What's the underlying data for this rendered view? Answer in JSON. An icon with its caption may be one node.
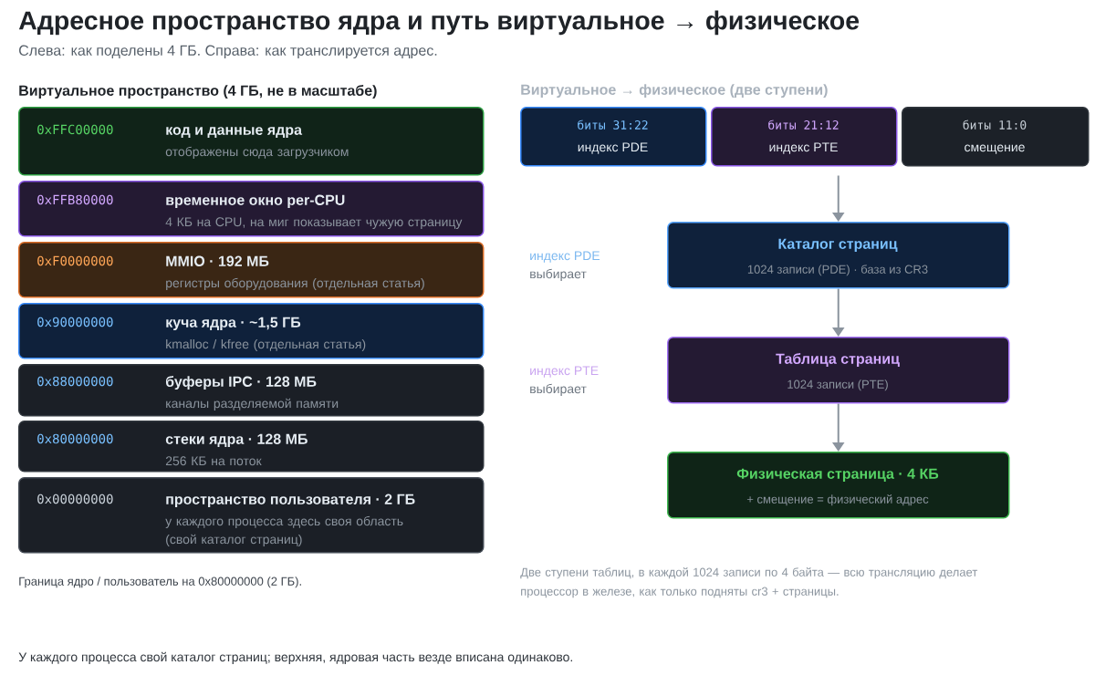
{
  "diagram": {
    "title": "Адресное пространство ядра и путь виртуальное → физическое",
    "nodes": [
      {
        "text": [
          "0xFFC00000",
          "код и данные ядра",
          "отображены сюда загрузчиком"
        ]
      },
      {
        "text": [
          "0xFFB80000",
          "временное окно per-CPU",
          "4 КБ на CPU, на миг показывает чужую страницу"
        ]
      },
      {
        "text": [
          "0xF0000000",
          "MMIO · 192 МБ",
          "регистры оборудования (отдельная статья)"
        ]
      },
      {
        "text": [
          "0x90000000",
          "куча ядра · ~1,5 ГБ",
          "kmalloc / kfree (отдельная статья)"
        ]
      },
      {
        "text": [
          "0x88000000",
          "буферы IPC · 128 МБ",
          "каналы разделяемой памяти"
        ]
      },
      {
        "text": [
          "0x80000000",
          "стеки ядра · 128 МБ",
          "256 КБ на поток"
        ]
      },
      {
        "text": [
          "0x00000000",
          "пространство пользователя · 2 ГБ",
          "у каждого процесса здесь своя область (свой каталог страниц)"
        ]
      },
      {
        "text": [
          "биты 31:22",
          "индекс PDE"
        ]
      },
      {
        "text": [
          "биты 21:12",
          "индекс PTE"
        ]
      },
      {
        "text": [
          "биты 11:0",
          "смещение"
        ]
      },
      {
        "text": [
          "Каталог страниц",
          "1024 записи (PDE) · база из CR3"
        ],
        "beside": [
          "индекс PDE",
          "выбирает"
        ]
      },
      {
        "text": [
          "Таблица страниц",
          "1024 записи (PTE)"
        ],
        "beside": [
          "индекс PTE",
          "выбирает"
        ]
      },
      {
        "text": [
          "Физическая страница · 4 КБ",
          "+ смещение = физический адрес"
        ]
      }
    ],
    "edges": [
      {
        "from": 8,
        "to": 10,
        "arrow": "to"
      },
      {
        "from": 10,
        "to": 11,
        "arrow": "to"
      },
      {
        "from": 11,
        "to": 12,
        "arrow": "to"
      }
    ],
    "labels": [
      "Слева: как поделены 4 ГБ. Справа: как транслируется адрес.",
      "Виртуальное пространство (4 ГБ, не в масштабе)",
      "Виртуальное → физическое (две ступени)",
      "Граница ядро / пользователь на 0x80000000 (2 ГБ).",
      "Две ступени таблиц, в каждой 1024 записи по 4 байта — всю трансляцию делает процессор в железе, как только подняты cr3 + страницы.",
      "У каждого процесса свой каталог страниц; верхняя, ядровая часть везде вписана одинаково."
    ]
  }
}
